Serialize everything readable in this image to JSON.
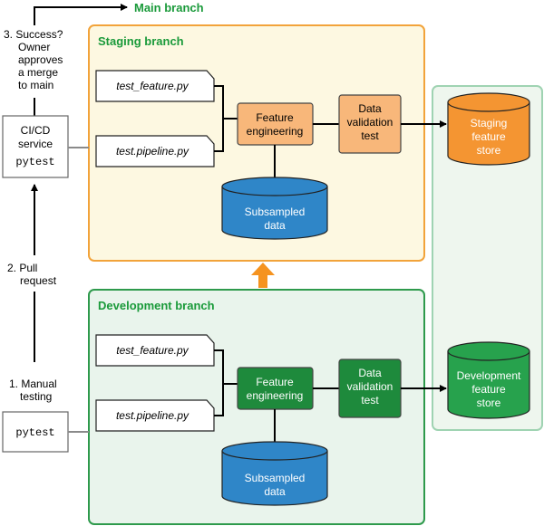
{
  "main_branch": "Main branch",
  "staging": {
    "title": "Staging branch",
    "test_feature": "test_feature.py",
    "test_pipeline": "test.pipeline.py",
    "feature_engineering": [
      "Feature",
      "engineering"
    ],
    "data_validation": [
      "Data",
      "validation",
      "test"
    ],
    "subsampled": [
      "Subsampled",
      "data"
    ],
    "feature_store": [
      "Staging",
      "feature",
      "store"
    ]
  },
  "development": {
    "title": "Development branch",
    "test_feature": "test_feature.py",
    "test_pipeline": "test.pipeline.py",
    "feature_engineering": [
      "Feature",
      "engineering"
    ],
    "data_validation": [
      "Data",
      "validation",
      "test"
    ],
    "subsampled": [
      "Subsampled",
      "data"
    ],
    "feature_store": [
      "Development",
      "feature",
      "store"
    ]
  },
  "steps": {
    "step3": [
      "3. Success?",
      "Owner",
      "approves",
      "a merge",
      "to main"
    ],
    "step2": [
      "2. Pull",
      "request"
    ],
    "step1": [
      "1.  Manual",
      "testing"
    ]
  },
  "cicd": [
    "CI/CD",
    "service",
    "pytest"
  ],
  "pytest_box": "pytest",
  "colors": {
    "staging_bg": "#fdf8e1",
    "staging_border": "#f2a33a",
    "staging_node": "#f8b77a",
    "staging_store": "#f49532",
    "dev_bg": "#e9f4ec",
    "dev_border": "#2e9a4c",
    "dev_node": "#1e8a3c",
    "dev_store": "#27a24d",
    "data_blue": "#2f86c8",
    "store_panel_bg": "#eef6ee",
    "store_panel_border": "#9fd3b2",
    "arrow_orange": "#f5931f",
    "title_green": "#1a9a3a"
  }
}
